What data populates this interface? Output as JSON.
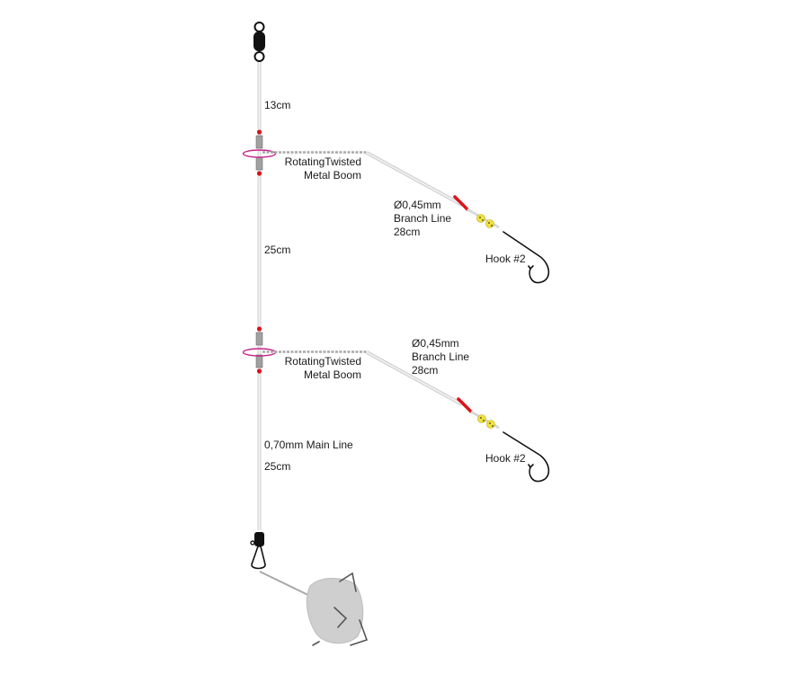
{
  "labels": {
    "segment_top": "13cm",
    "boom1_line1": "RotatingTwisted",
    "boom1_line2": "Metal Boom",
    "branch1_line1": "Ø0,45mm",
    "branch1_line2": "Branch Line",
    "branch1_line3": "28cm",
    "segment_mid": "25cm",
    "hook1": "Hook #2",
    "branch2_line1": "Ø0,45mm",
    "branch2_line2": "Branch Line",
    "branch2_line3": "28cm",
    "boom2_line1": "RotatingTwisted",
    "boom2_line2": "Metal Boom",
    "main_line": "0,70mm Main Line",
    "segment_bottom": "25cm",
    "hook2": "Hook #2"
  },
  "colors": {
    "line": "#c8c8c8",
    "bead": "#d9141c",
    "boom": "#a8a8a8",
    "swivel_ring": "#c8248a",
    "lure": "#f0e23a",
    "hook": "#111111",
    "sinker": "#cfcfcf"
  }
}
